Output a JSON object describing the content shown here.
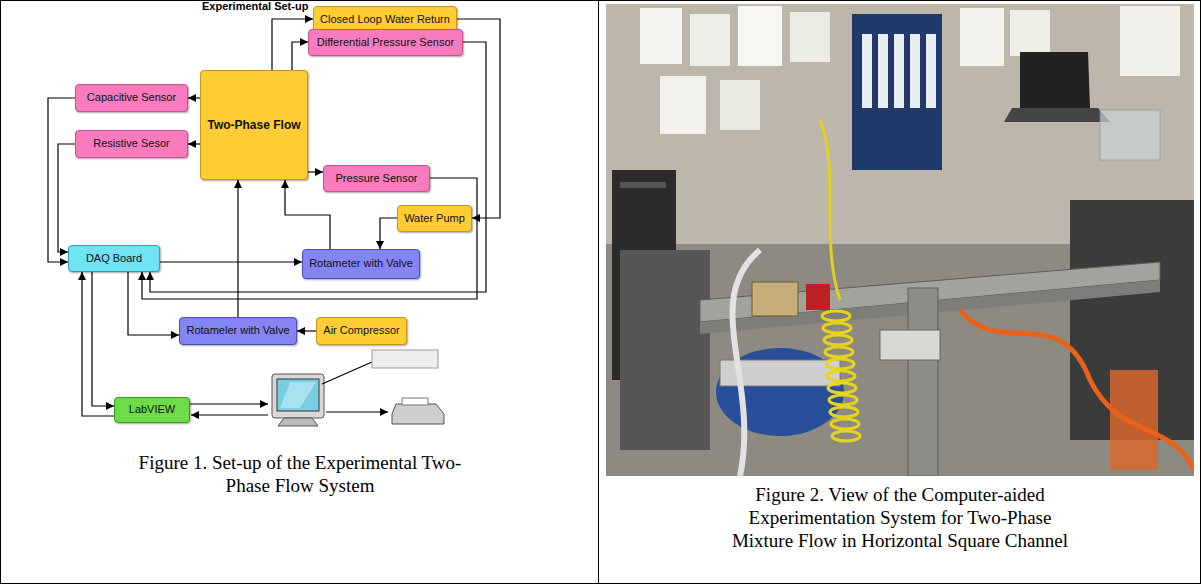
{
  "diagram": {
    "title": "Experimental Set-up",
    "nodes": [
      {
        "text": [
          "Closed Loop Water Return"
        ]
      },
      {
        "text": [
          "Capacitive Sensor"
        ]
      },
      {
        "text": [
          "Differential Pressure Sensor"
        ]
      },
      {
        "text": [
          "Two-Phase Flow"
        ]
      },
      {
        "text": [
          "Resistive Sesor"
        ]
      },
      {
        "text": [
          "Pressure Sensor"
        ]
      },
      {
        "text": [
          "Water Pump"
        ]
      },
      {
        "text": [
          "DAQ Board"
        ]
      },
      {
        "text": [
          "Rotameter with Valve"
        ]
      },
      {
        "text": [
          "Rotameler with Valve"
        ]
      },
      {
        "text": [
          "Air Compressor"
        ]
      },
      {
        "text": [
          "LabVIEW"
        ]
      }
    ],
    "edges": [
      {
        "from": 3,
        "to": 0,
        "arrow": "to"
      },
      {
        "from": 3,
        "to": 2,
        "arrow": "to"
      },
      {
        "from": 3,
        "to": 1,
        "arrow": "to"
      },
      {
        "from": 3,
        "to": 4,
        "arrow": "to"
      },
      {
        "from": 3,
        "to": 5,
        "arrow": "to"
      },
      {
        "from": 1,
        "to": 7,
        "arrow": "to"
      },
      {
        "from": 4,
        "to": 7,
        "arrow": "to"
      },
      {
        "from": 2,
        "to": 7,
        "arrow": "to"
      },
      {
        "from": 5,
        "to": 7,
        "arrow": "to"
      },
      {
        "from": 0,
        "to": 6,
        "arrow": "to"
      },
      {
        "from": 6,
        "to": 8,
        "arrow": "to"
      },
      {
        "from": 8,
        "to": 3,
        "arrow": "to"
      },
      {
        "from": 7,
        "to": 8,
        "arrow": "to"
      },
      {
        "from": 9,
        "to": 3,
        "arrow": "to"
      },
      {
        "from": 10,
        "to": 9,
        "arrow": "to"
      },
      {
        "from": 7,
        "to": 9,
        "arrow": "to"
      },
      {
        "from": 7,
        "to": 11,
        "arrow": "to"
      },
      {
        "from": 11,
        "to": 7,
        "arrow": "to"
      }
    ],
    "labels": [
      "Figure 1. Set-up of the Experimental Two-Phase Flow System",
      "Figure 2. View of the Computer-aided Experimentation System for Two-Phase Mixture Flow in Horizontal Square Channel"
    ]
  }
}
